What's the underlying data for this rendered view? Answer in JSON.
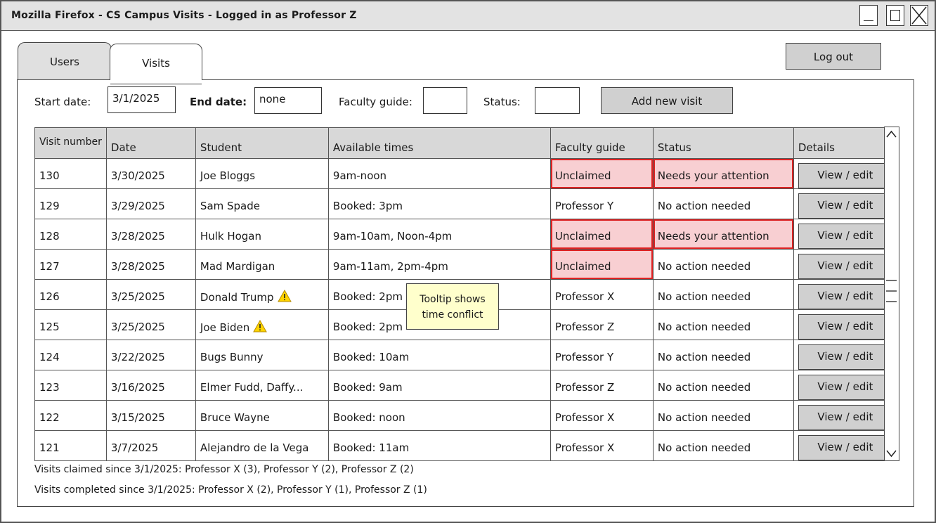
{
  "window": {
    "title": "Mozilla Firefox - CS Campus Visits - Logged in as Professor Z"
  },
  "tabs": [
    {
      "label": "Users"
    },
    {
      "label": "Visits"
    }
  ],
  "header": {
    "logout_label": "Log out"
  },
  "filters": {
    "start_date_label": "Start date:",
    "start_date_value": "3/1/2025",
    "end_date_label": "End date:",
    "end_date_value": "none",
    "faculty_guide_label": "Faculty guide:",
    "faculty_guide_value": "",
    "status_label": "Status:",
    "status_value": "",
    "add_visit_label": "Add new visit"
  },
  "table": {
    "columns": {
      "visit_number": "Visit number",
      "date": "Date",
      "student": "Student",
      "available_times": "Available times",
      "faculty_guide": "Faculty guide",
      "status": "Status",
      "details": "Details"
    },
    "detail_button_label": "View / edit",
    "rows": [
      {
        "number": "130",
        "date": "3/30/2025",
        "student": "Joe Bloggs",
        "times": "9am-noon",
        "guide": "Unclaimed",
        "status": "Needs your attention"
      },
      {
        "number": "129",
        "date": "3/29/2025",
        "student": "Sam Spade",
        "times": "Booked: 3pm",
        "guide": "Professor Y",
        "status": "No action needed"
      },
      {
        "number": "128",
        "date": "3/28/2025",
        "student": "Hulk Hogan",
        "times": "9am-10am, Noon-4pm",
        "guide": "Unclaimed",
        "status": "Needs your attention"
      },
      {
        "number": "127",
        "date": "3/28/2025",
        "student": "Mad Mardigan",
        "times": "9am-11am, 2pm-4pm",
        "guide": "Unclaimed",
        "status": "No action needed"
      },
      {
        "number": "126",
        "date": "3/25/2025",
        "student": "Donald Trump",
        "times": "Booked: 2pm",
        "guide": "Professor X",
        "status": "No action needed"
      },
      {
        "number": "125",
        "date": "3/25/2025",
        "student": "Joe Biden",
        "times": "Booked: 2pm",
        "guide": "Professor Z",
        "status": "No action needed"
      },
      {
        "number": "124",
        "date": "3/22/2025",
        "student": "Bugs Bunny",
        "times": "Booked: 10am",
        "guide": "Professor Y",
        "status": "No action needed"
      },
      {
        "number": "123",
        "date": "3/16/2025",
        "student": "Elmer Fudd, Daffy...",
        "times": "Booked: 9am",
        "guide": "Professor Z",
        "status": "No action needed"
      },
      {
        "number": "122",
        "date": "3/15/2025",
        "student": "Bruce Wayne",
        "times": "Booked: noon",
        "guide": "Professor X",
        "status": "No action needed"
      },
      {
        "number": "121",
        "date": "3/7/2025",
        "student": "Alejandro de la Vega",
        "times": "Booked: 11am",
        "guide": "Professor X",
        "status": "No action needed"
      }
    ]
  },
  "tooltip": {
    "line1": "Tooltip shows",
    "line2": "time conflict"
  },
  "summary": {
    "claimed": "Visits claimed since 3/1/2025: Professor X (3), Professor Y (2), Professor Z (2)",
    "completed": "Visits completed since 3/1/2025: Professor X (2), Professor Y (1), Professor Z (1)"
  },
  "colors": {
    "attention_fill": "#f8cfd2",
    "attention_border": "#dd2222",
    "button_gray": "#d0d0d0",
    "tooltip_yellow": "#ffffcc",
    "warning_yellow": "#ffd400"
  },
  "icons": {
    "warning": "warning-icon"
  }
}
